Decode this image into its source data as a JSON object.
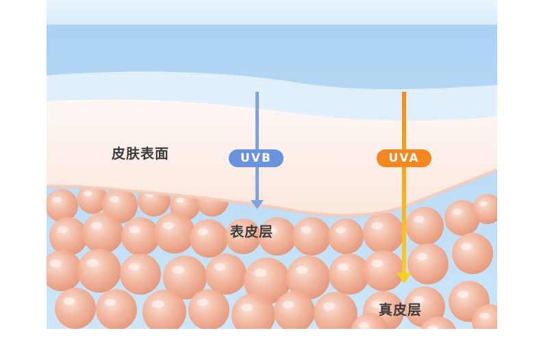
{
  "labels": {
    "skin_surface": "皮肤表面",
    "epidermis": "表皮层",
    "dermis": "真皮层"
  },
  "rays": {
    "uvb": {
      "label": "UVB",
      "color": "#7a9fe0",
      "badge_color": "#6a93dd"
    },
    "uva": {
      "label": "UVA",
      "color": "#f59a1a",
      "badge_color": "#f5871f",
      "gradient_end": "#f7c81f"
    }
  },
  "colors": {
    "background_top": "#a9d2f2",
    "background_bottom": "#cfe7f8",
    "surface_layer": "#fdf1ec",
    "cell": "#f3a98d"
  }
}
